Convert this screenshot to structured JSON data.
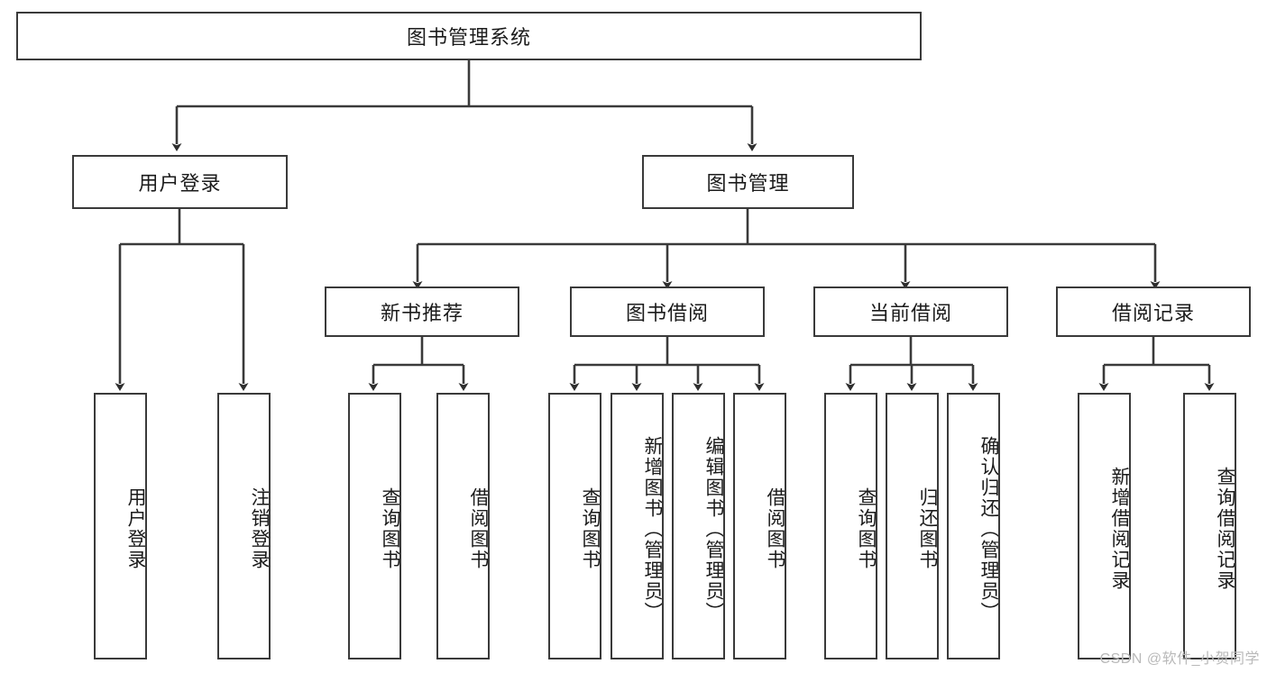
{
  "diagram": {
    "title": "图书管理系统",
    "watermark": "CSDN @软件_小贺同学",
    "line_color": "#3a3a3a",
    "box_fill": "#ffffff",
    "text_color": "#1b1b1b",
    "watermark_color": "#b9b9b9",
    "root": {
      "label": "图书管理系统"
    },
    "level1": [
      {
        "id": "user-login",
        "label": "用户登录"
      },
      {
        "id": "book-management",
        "label": "图书管理"
      }
    ],
    "level2": [
      {
        "id": "new-book-recommend",
        "label": "新书推荐",
        "parent": "book-management"
      },
      {
        "id": "book-borrow",
        "label": "图书借阅",
        "parent": "book-management"
      },
      {
        "id": "current-borrow",
        "label": "当前借阅",
        "parent": "book-management"
      },
      {
        "id": "borrow-record",
        "label": "借阅记录",
        "parent": "book-management"
      }
    ],
    "leaves": [
      {
        "id": "leaf-user-login",
        "label": "用户登录",
        "parent": "user-login"
      },
      {
        "id": "leaf-logout-login",
        "label": "注销登录",
        "parent": "user-login"
      },
      {
        "id": "leaf-query-book-1",
        "label": "查询图书",
        "parent": "new-book-recommend"
      },
      {
        "id": "leaf-borrow-book-1",
        "label": "借阅图书",
        "parent": "new-book-recommend"
      },
      {
        "id": "leaf-query-book-2",
        "label": "查询图书",
        "parent": "book-borrow"
      },
      {
        "id": "leaf-add-book-admin",
        "label": "新增图书（管理员）",
        "parent": "book-borrow"
      },
      {
        "id": "leaf-edit-book-admin",
        "label": "编辑图书（管理员）",
        "parent": "book-borrow"
      },
      {
        "id": "leaf-borrow-book-2",
        "label": "借阅图书",
        "parent": "book-borrow"
      },
      {
        "id": "leaf-query-book-3",
        "label": "查询图书",
        "parent": "current-borrow"
      },
      {
        "id": "leaf-return-book",
        "label": "归还图书",
        "parent": "current-borrow"
      },
      {
        "id": "leaf-confirm-return-admin",
        "label": "确认归还（管理员）",
        "parent": "current-borrow"
      },
      {
        "id": "leaf-add-borrow-record",
        "label": "新增借阅记录",
        "parent": "borrow-record"
      },
      {
        "id": "leaf-query-borrow-record",
        "label": "查询借阅记录",
        "parent": "borrow-record"
      }
    ]
  }
}
